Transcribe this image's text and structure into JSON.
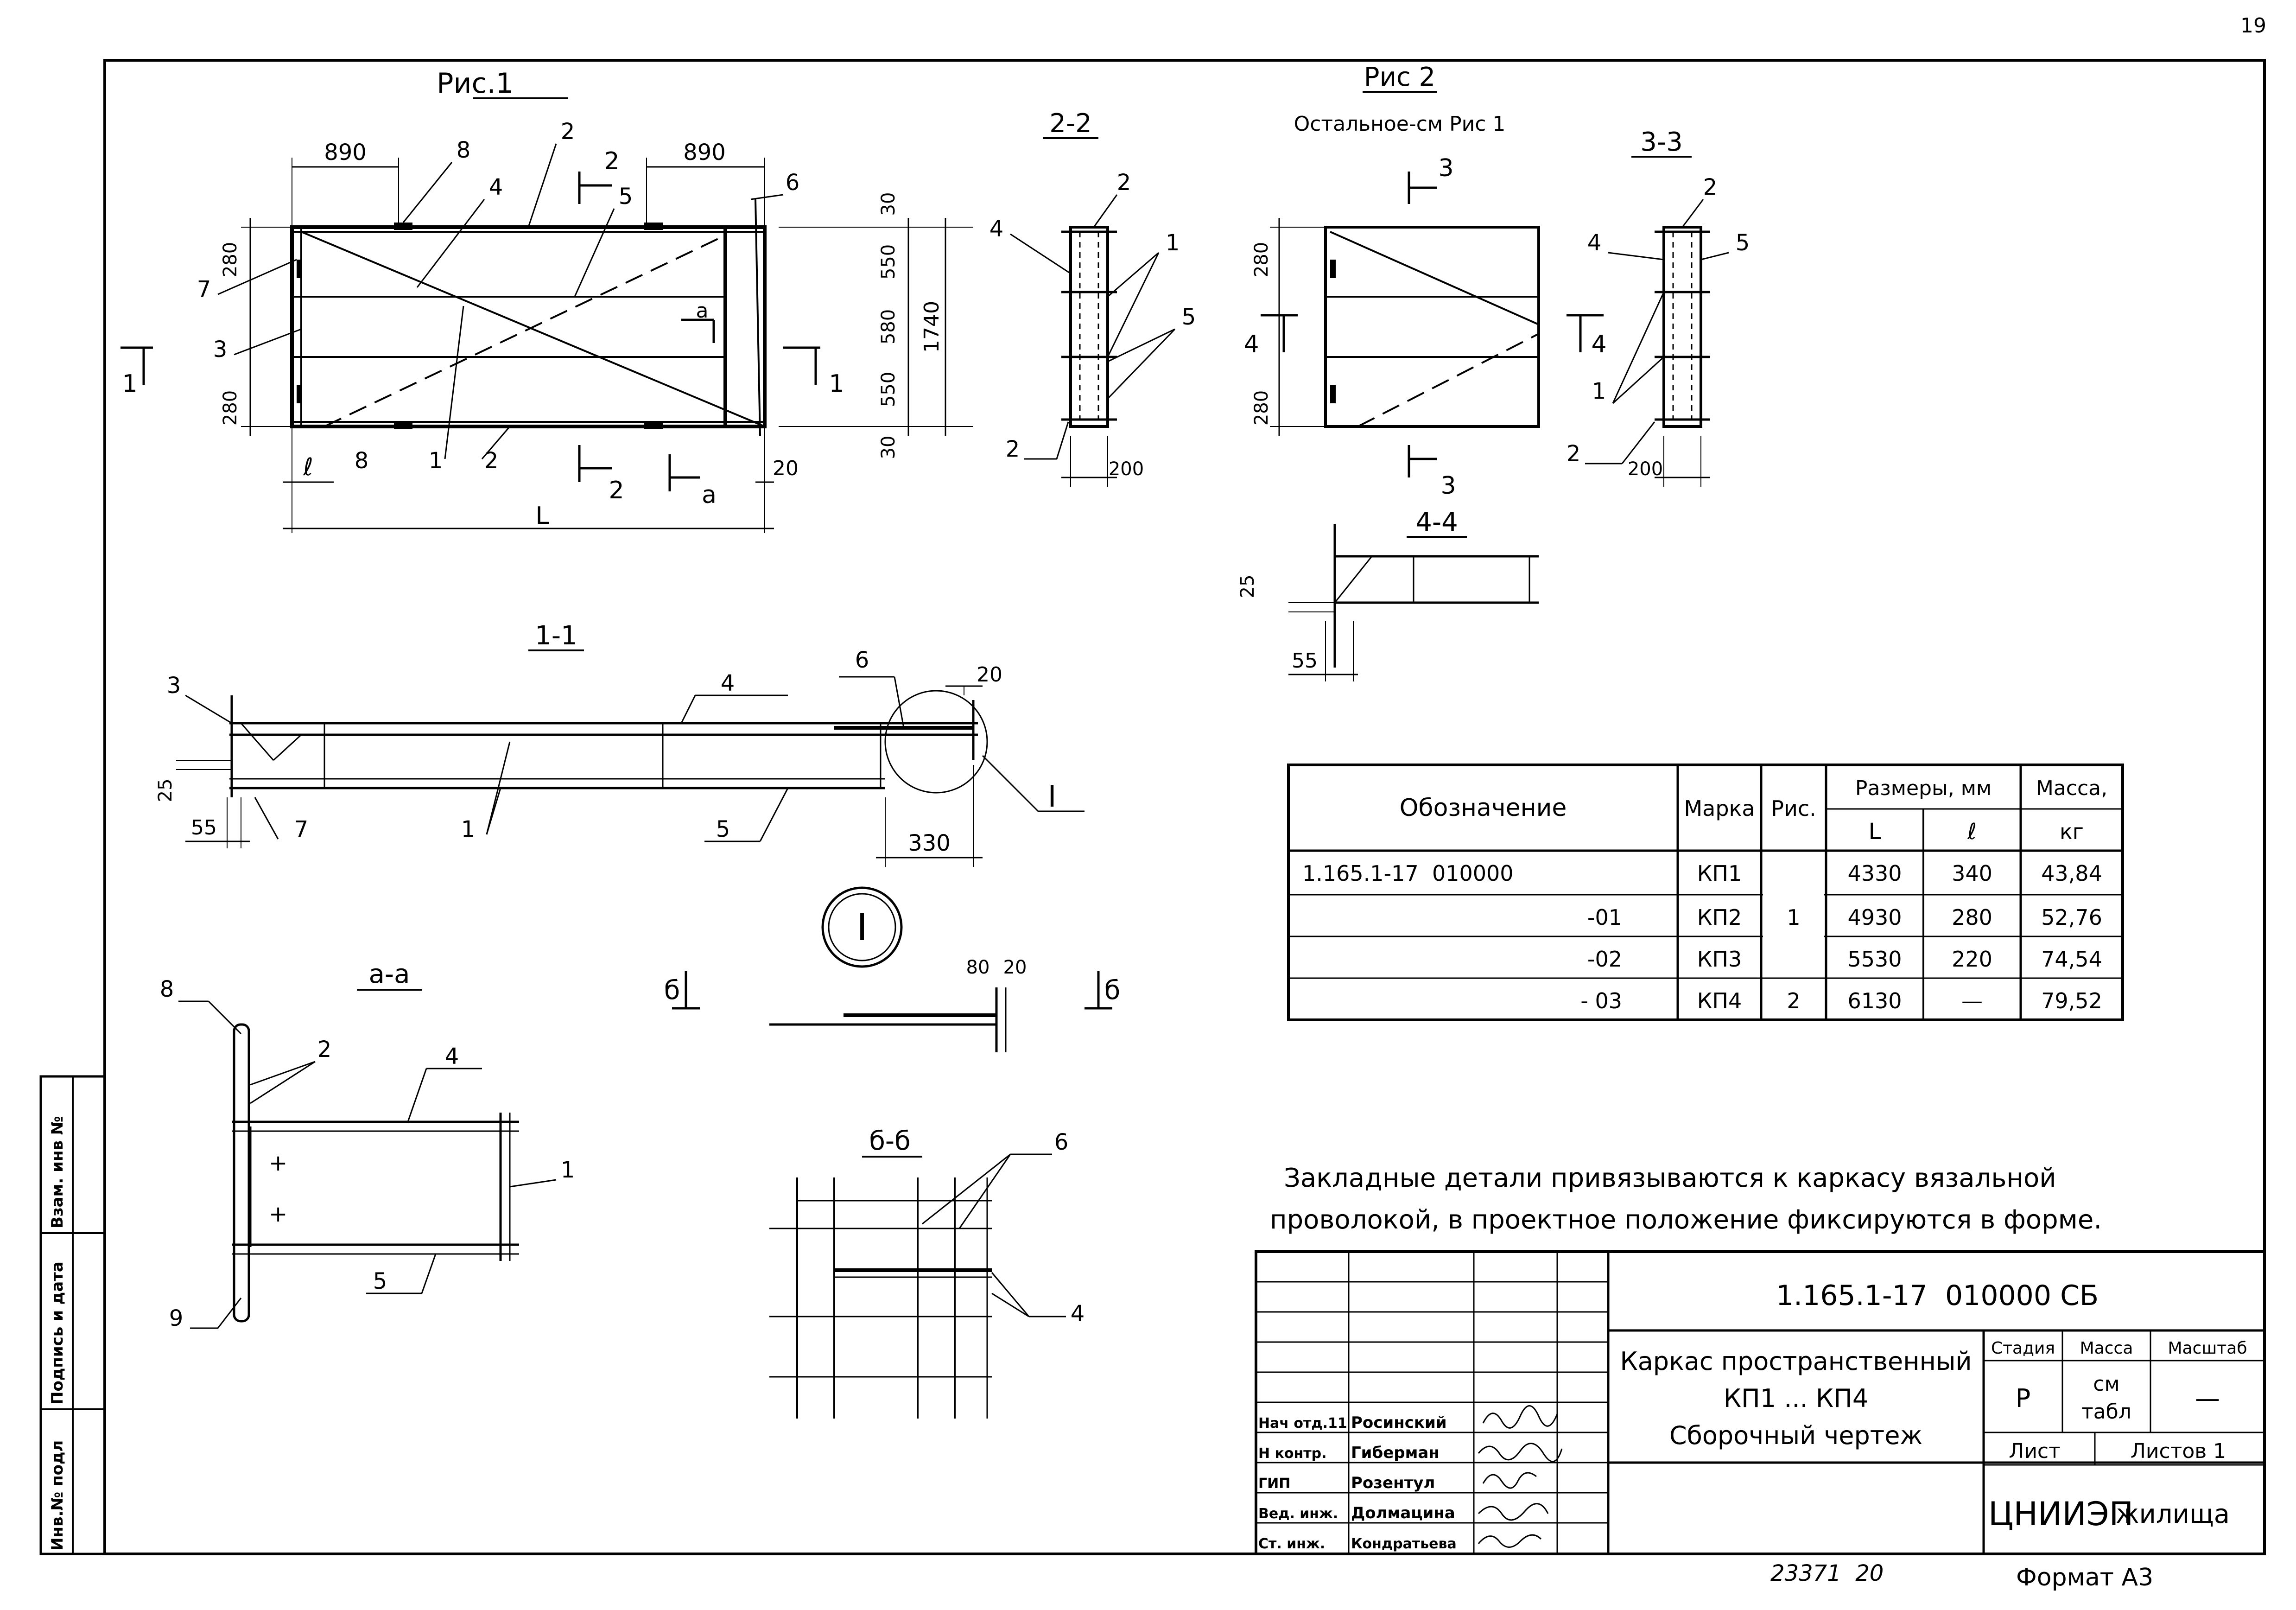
{
  "page_number": "19",
  "fig1": {
    "title": "Рис.1"
  },
  "fig2": {
    "title": "Рис 2",
    "note": "Остальное-см Рис 1"
  },
  "sections": {
    "s22": "2-2",
    "s33": "3-3",
    "s44": "4-4",
    "s11": "1-1",
    "saa": "а-а",
    "sbb": "б-б",
    "node": "I",
    "b_mark": "б"
  },
  "dims": {
    "d890": "890",
    "d280": "280",
    "d30": "30",
    "d550": "550",
    "d580": "580",
    "d1740": "1740",
    "d200": "200",
    "d20": "20",
    "d25": "25",
    "d55": "55",
    "d330": "330",
    "d80": "80",
    "L": "L",
    "l": "ℓ"
  },
  "callouts": [
    "1",
    "2",
    "3",
    "4",
    "5",
    "6",
    "7",
    "8",
    "9"
  ],
  "cut_marks": {
    "c1": "1",
    "c2": "2",
    "c3": "3",
    "c4": "4",
    "ca": "а"
  },
  "table": {
    "headers": {
      "designation": "Обозначение",
      "mark": "Марка",
      "fig": "Рис.",
      "sizes": "Размеры, мм",
      "L": "L",
      "l": "ℓ",
      "mass": "Масса,",
      "mass_unit": "кг"
    },
    "rows": [
      {
        "designation": "1.165.1-17  010000",
        "mark": "КП1",
        "L": "4330",
        "l": "340",
        "mass": "43,84"
      },
      {
        "designation": "-01",
        "mark": "КП2",
        "L": "4930",
        "l": "280",
        "mass": "52,76"
      },
      {
        "designation": "-02",
        "mark": "КП3",
        "L": "5530",
        "l": "220",
        "mass": "74,54"
      },
      {
        "designation": "- 03",
        "mark": "КП4",
        "L": "6130",
        "l": "—",
        "mass": "79,52"
      }
    ],
    "fig_group": "1",
    "fig_last": "2"
  },
  "note": {
    "line1": "Закладные детали привязываются к каркасу вязальной",
    "line2": "проволокой, в проектное положение фиксируются в форме."
  },
  "title_block": {
    "code": "1.165.1-17  010000 СБ",
    "name1": "Каркас пространственный",
    "name2": "КП1 ... КП4",
    "name3": "Сборочный чертеж",
    "stage_h": "Стадия",
    "mass_h": "Масса",
    "scale_h": "Масштаб",
    "stage": "Р",
    "mass1": "см",
    "mass2": "табл",
    "scale": "—",
    "sheet_h": "Лист",
    "sheets_h": "Листов 1",
    "org1": "ЦНИИЭП",
    "org2": "жилища",
    "roles": [
      {
        "role": "Нач отд.11",
        "name": "Росинский"
      },
      {
        "role": "Н контр.",
        "name": "Гиберман"
      },
      {
        "role": "ГИП",
        "name": "Розентул"
      },
      {
        "role": "Вед. инж.",
        "name": "Долмацина"
      },
      {
        "role": "Ст. инж.",
        "name": "Кондратьева"
      }
    ]
  },
  "side_stamp": {
    "inv_podl": "Инв.№ подл",
    "sign_date": "Подпись и дата",
    "vzam": "Взам. инв №"
  },
  "footer": {
    "number": "23371  20",
    "format": "Формат А3"
  }
}
